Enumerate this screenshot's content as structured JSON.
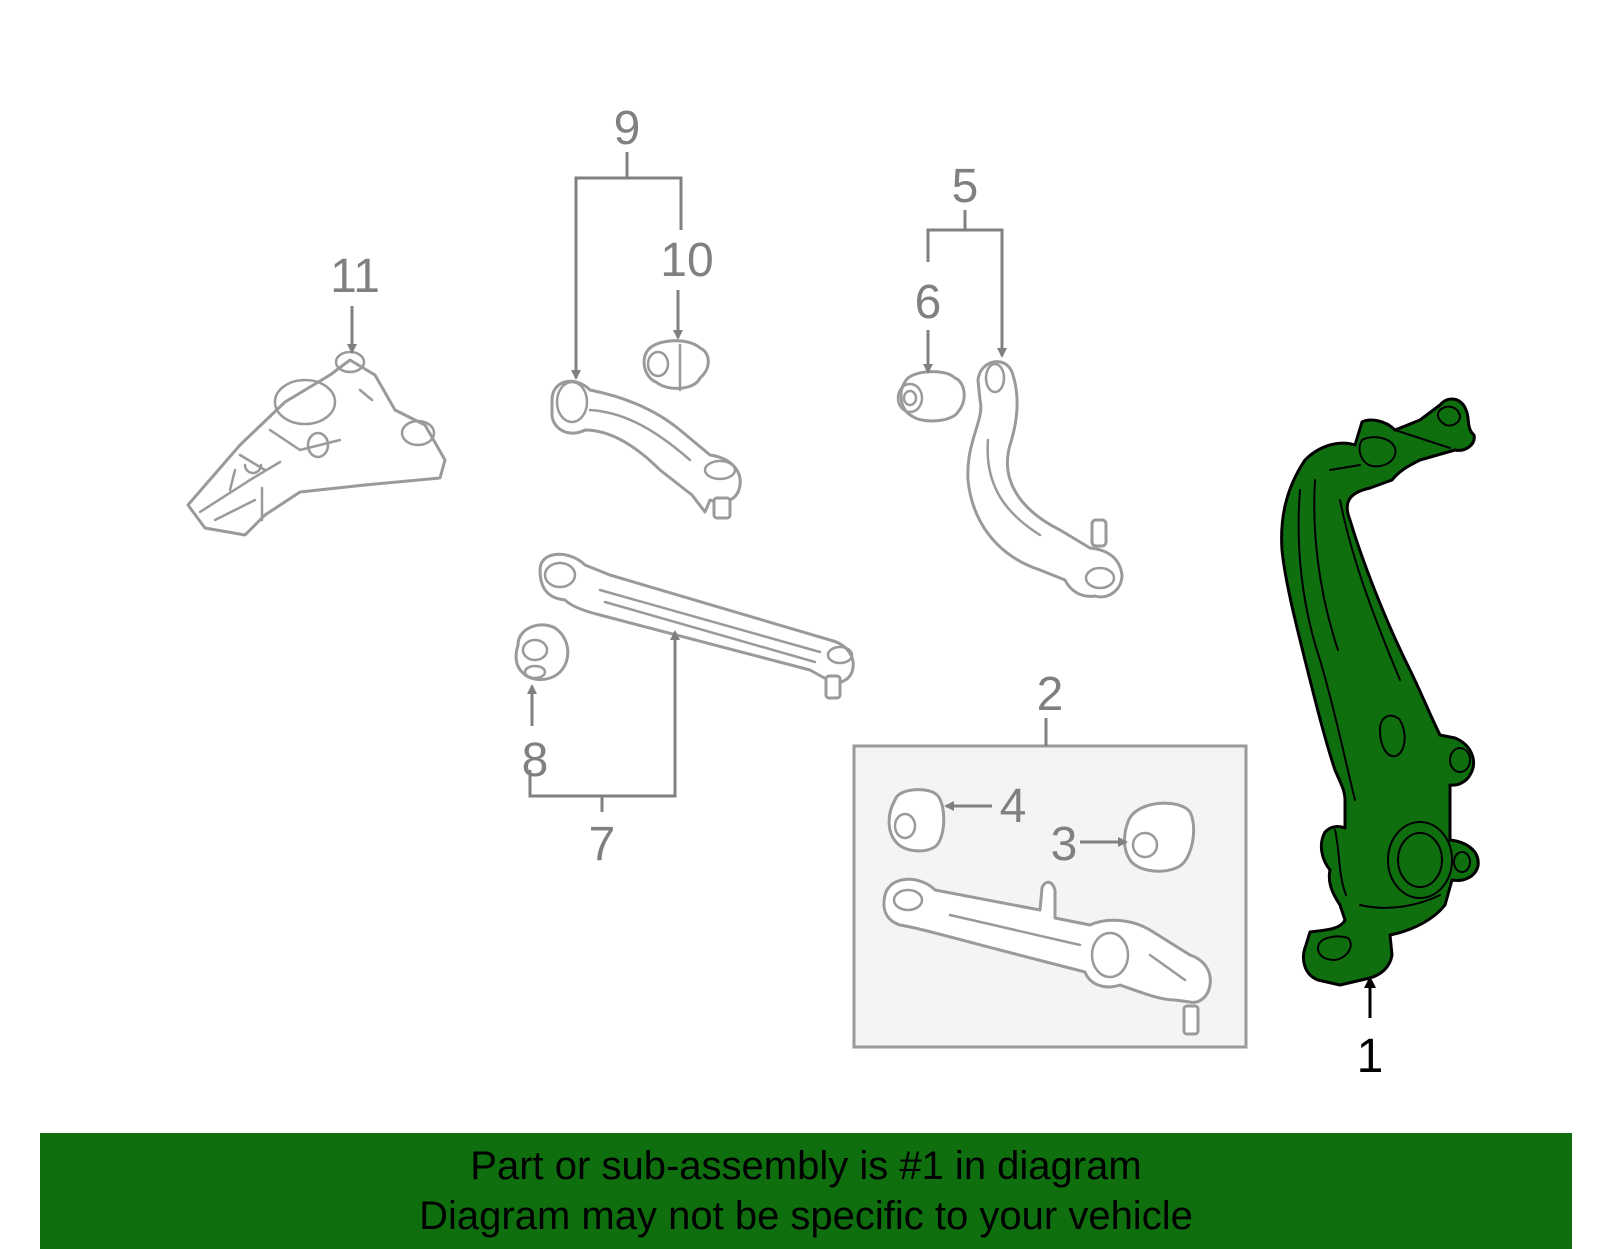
{
  "callouts": {
    "c1": "1",
    "c2": "2",
    "c3": "3",
    "c4": "4",
    "c5": "5",
    "c6": "6",
    "c7": "7",
    "c8": "8",
    "c9": "9",
    "c10": "10",
    "c11": "11"
  },
  "highlight_color": "#0f6f0f",
  "banner": {
    "line1": "Part or sub-assembly is #1 in diagram",
    "line2": "Diagram may not be specific to your vehicle"
  }
}
